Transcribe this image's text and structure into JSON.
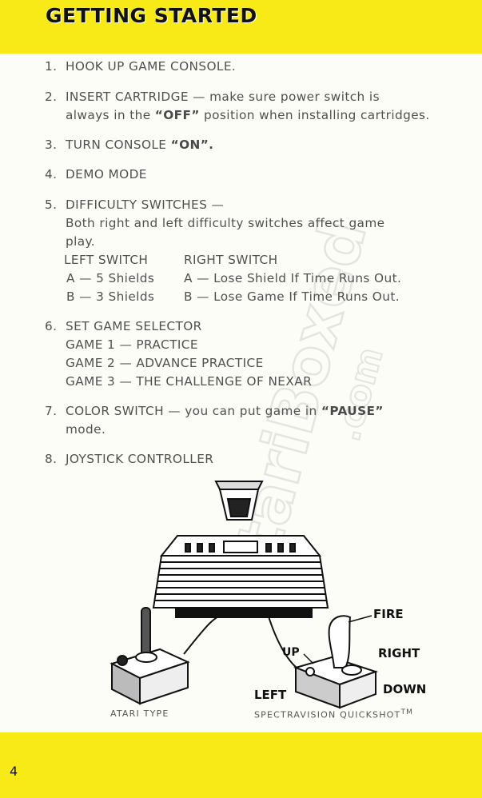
{
  "header": {
    "title": "GETTING STARTED"
  },
  "steps": [
    {
      "num": "1.",
      "lines": [
        [
          "HOOK UP GAME CONSOLE."
        ]
      ]
    },
    {
      "num": "2.",
      "lines": [
        [
          "INSERT CARTRIDGE — ",
          "make sure power switch is"
        ],
        [
          "always in the ",
          "“OFF”",
          " position when installing cartridges."
        ]
      ]
    },
    {
      "num": "3.",
      "lines": [
        [
          "TURN CONSOLE ",
          "“ON”."
        ]
      ]
    },
    {
      "num": "4.",
      "lines": [
        [
          "DEMO MODE"
        ]
      ]
    },
    {
      "num": "5.",
      "lines": [
        [
          "DIFFICULTY SWITCHES —"
        ],
        [
          "Both right and left difficulty switches affect game"
        ],
        [
          "play."
        ]
      ]
    },
    {
      "num": "6.",
      "lines": [
        [
          "SET GAME SELECTOR"
        ],
        [
          "GAME 1 — PRACTICE"
        ],
        [
          "GAME 2 — ADVANCE PRACTICE"
        ],
        [
          "GAME 3 — THE CHALLENGE OF NEXAR"
        ]
      ]
    },
    {
      "num": "7.",
      "lines": [
        [
          "COLOR SWITCH — you can put game in ",
          "“PAUSE”"
        ],
        [
          "mode."
        ]
      ]
    },
    {
      "num": "8.",
      "lines": [
        [
          "JOYSTICK CONTROLLER"
        ]
      ]
    }
  ],
  "difficulty_table": {
    "left_header": "LEFT SWITCH",
    "right_header": "RIGHT SWITCH",
    "rows": [
      {
        "left": "A — 5 Shields",
        "right": "A — Lose Shield If Time Runs Out."
      },
      {
        "left": "B — 3 Shields",
        "right": "B — Lose Game If Time Runs Out."
      }
    ]
  },
  "diagram": {
    "labels": {
      "fire": "FIRE",
      "up": "UP",
      "right": "RIGHT",
      "left": "LEFT",
      "down": "DOWN"
    },
    "captions": {
      "atari": "ATARI TYPE",
      "spectravision": "SPECTRAVISION QUICKSHOT",
      "tm": "TM"
    }
  },
  "watermark": {
    "text": "AtariBoxed",
    "sub": ".com"
  },
  "footer": {
    "page_number": "4"
  }
}
